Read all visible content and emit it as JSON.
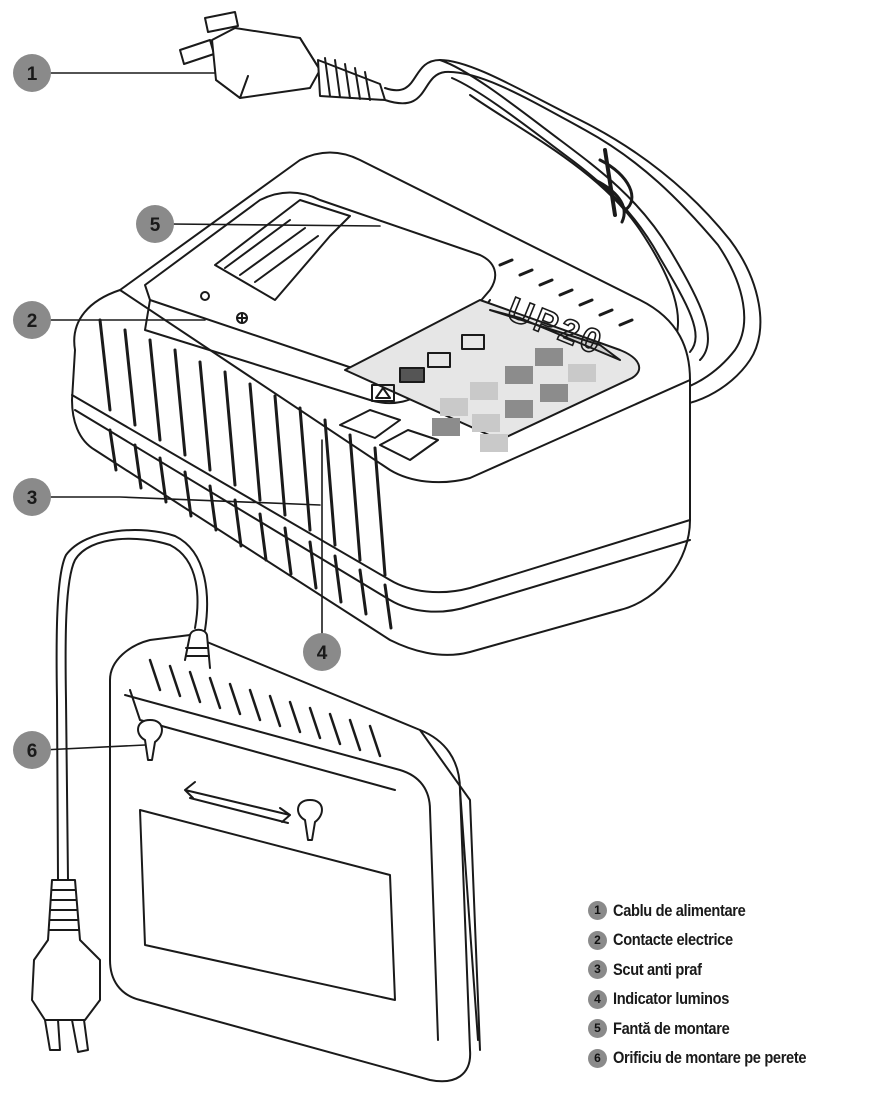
{
  "product": {
    "model": "UP20"
  },
  "callouts": [
    {
      "number": "1",
      "label": "Cablu de alimentare"
    },
    {
      "number": "2",
      "label": "Contacte electrice"
    },
    {
      "number": "3",
      "label": "Scut anti praf"
    },
    {
      "number": "4",
      "label": "Indicator luminos"
    },
    {
      "number": "5",
      "label": "Fantă de montare"
    },
    {
      "number": "6",
      "label": "Orificiu de montare pe perete"
    }
  ],
  "colors": {
    "callout_badge": "#8a8a8a",
    "line_art": "#1a1a1a",
    "panel_fill": "#e6e6e6",
    "indicator_dark": "#8c8c8c",
    "indicator_light": "#c9c9c9"
  }
}
